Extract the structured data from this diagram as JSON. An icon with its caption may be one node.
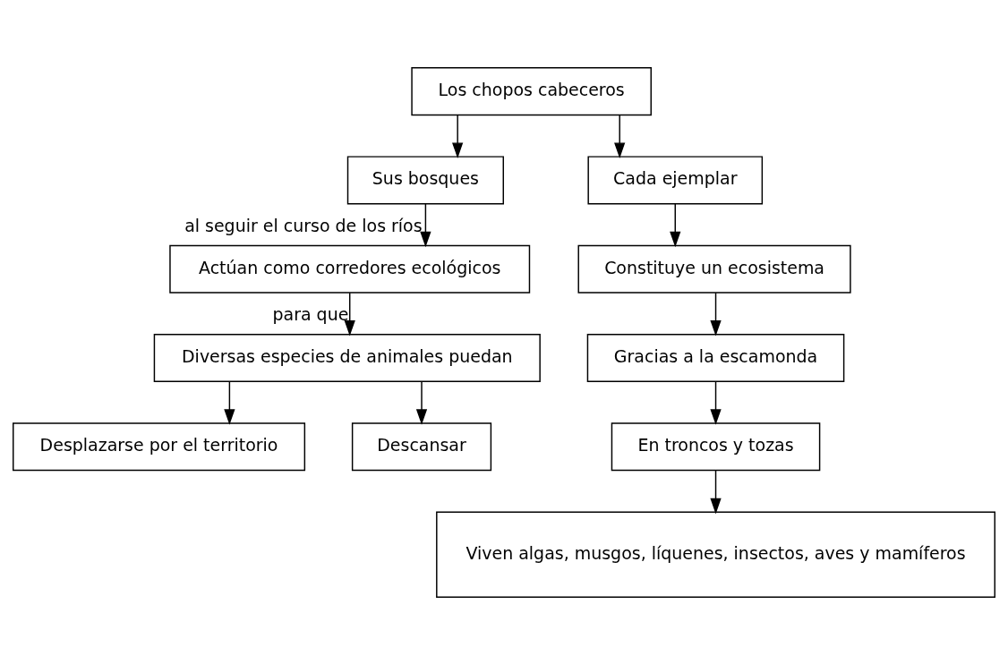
{
  "diagram": {
    "nodes": [
      {
        "text": [
          "Los chopos cabeceros"
        ]
      },
      {
        "text": [
          "Sus bosques"
        ]
      },
      {
        "text": [
          "Cada ejemplar"
        ]
      },
      {
        "text": [
          "Actúan como corredores ecológicos"
        ]
      },
      {
        "text": [
          "Constituye un ecosistema"
        ]
      },
      {
        "text": [
          "Gracias a la escamonda"
        ]
      },
      {
        "text": [
          "Diversas especies de animales puedan"
        ]
      },
      {
        "text": [
          "En troncos y tozas"
        ]
      },
      {
        "text": [
          "Desplazarse por el territorio"
        ]
      },
      {
        "text": [
          "Descansar"
        ]
      },
      {
        "text": [
          "Viven algas, musgos, líquenes, insectos, aves y mamíferos"
        ]
      }
    ],
    "edges": [
      {
        "from": 0,
        "to": 1,
        "arrow": "to"
      },
      {
        "from": 0,
        "to": 2,
        "arrow": "to"
      },
      {
        "from": 1,
        "to": 3,
        "arrow": "to",
        "label": "al seguir el curso de los ríos"
      },
      {
        "from": 2,
        "to": 4,
        "arrow": "to"
      },
      {
        "from": 3,
        "to": 6,
        "arrow": "to",
        "label": "para que"
      },
      {
        "from": 4,
        "to": 5,
        "arrow": "to"
      },
      {
        "from": 6,
        "to": 8,
        "arrow": "to"
      },
      {
        "from": 6,
        "to": 9,
        "arrow": "to"
      },
      {
        "from": 5,
        "to": 7,
        "arrow": "to"
      },
      {
        "from": 7,
        "to": 10,
        "arrow": "to"
      }
    ]
  }
}
